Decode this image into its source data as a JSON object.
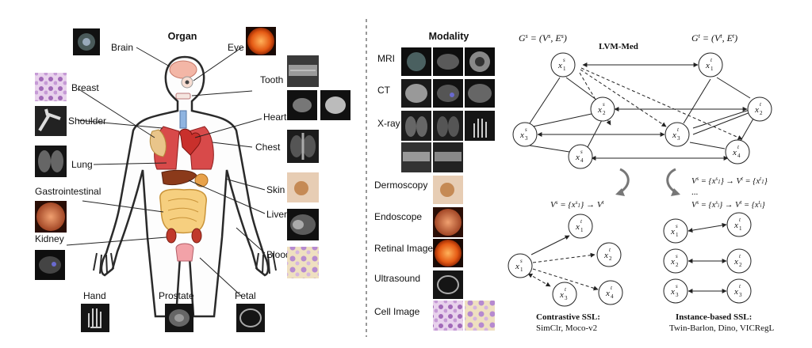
{
  "organ_panel": {
    "title": "Organ",
    "labels": {
      "brain": "Brain",
      "eye": "Eye",
      "tooth": "Tooth",
      "breast": "Breast",
      "shoulder": "Shoulder",
      "heart": "Heart",
      "chest": "Chest",
      "lung": "Lung",
      "skin": "Skin",
      "gastrointestinal": "Gastrointestinal",
      "liver": "Liver",
      "kidney": "Kidney",
      "blood": "Blood",
      "hand": "Hand",
      "prostate": "Prostate",
      "fetal": "Fetal"
    }
  },
  "modality_panel": {
    "title": "Modality",
    "labels": {
      "mri": "MRI",
      "ct": "CT",
      "xray": "X-ray",
      "dermoscopy": "Dermoscopy",
      "endoscope": "Endoscope",
      "retinal": "Retinal Image",
      "ultrasound": "Ultrasound",
      "cell": "Cell Image"
    }
  },
  "graph_panel": {
    "title": "LVM-Med",
    "gs": {
      "main": "G",
      "sup": "s",
      "rest": " = (V",
      "sup2": "s",
      "rest2": ", E",
      "sup3": "s",
      "rest3": ")"
    },
    "gt": {
      "main": "G",
      "sup": "t",
      "rest": " = (V",
      "sup2": "t",
      "rest2": ", E",
      "sup3": "t",
      "rest3": ")"
    },
    "contrastive_title": "Contrastive SSL:",
    "contrastive_methods": "SimClr, Moco-v2",
    "instance_title": "Instance-based SSL:",
    "instance_methods": "Twin-Barlon, Dino, VICRegL",
    "ellipsis": "..."
  }
}
